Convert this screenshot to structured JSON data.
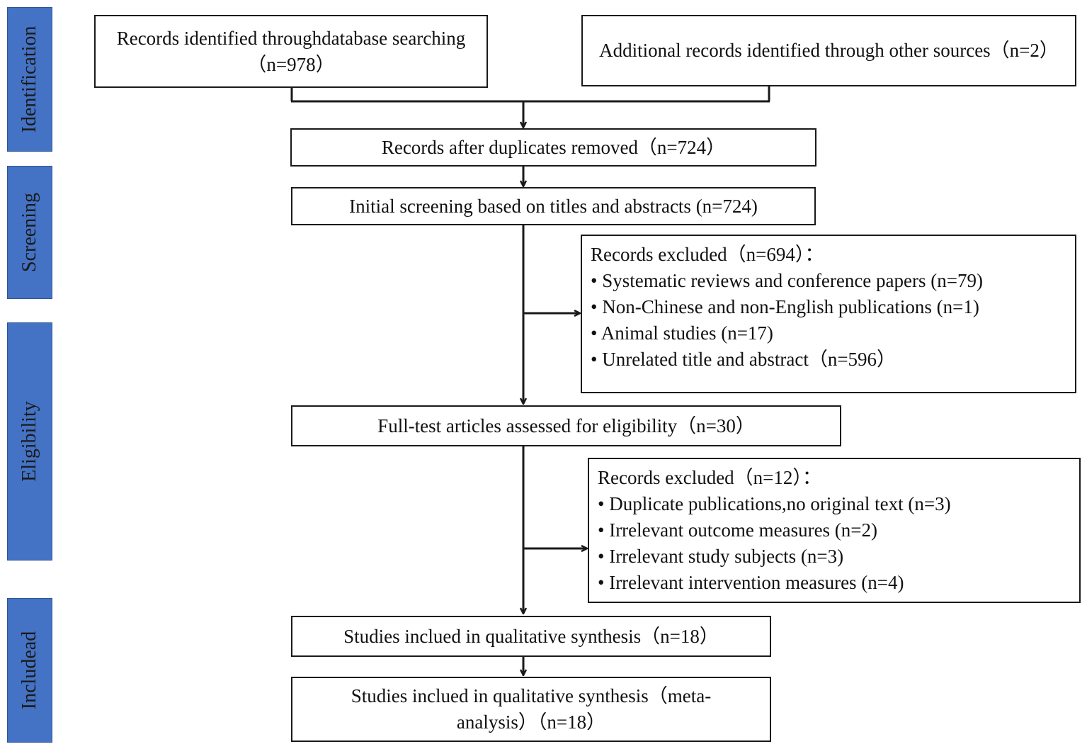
{
  "phases": {
    "identification": "Identification",
    "screening": "Screening",
    "eligibility": "Eligibility",
    "included": "Includead"
  },
  "boxes": {
    "database_records": "Records identified throughdatabase searching（n=978）",
    "other_sources": "Additional records identified through other sources（n=2）",
    "after_duplicates": "Records after duplicates removed（n=724）",
    "initial_screening": "Initial screening based on titles and abstracts (n=724)",
    "full_text": "Full-test articles assessed for eligibility（n=30）",
    "qualitative": "Studies inclued in qualitative synthesis（n=18）",
    "meta_analysis": "Studies inclued in qualitative synthesis（meta-analysis）（n=18）"
  },
  "excluded_screening": {
    "title": "Records excluded（n=694）：",
    "items": [
      "• Systematic reviews and conference papers (n=79)",
      "• Non-Chinese and non-English publications (n=1)",
      "• Animal studies (n=17)",
      "• Unrelated title and abstract（n=596）"
    ]
  },
  "excluded_eligibility": {
    "title": "Records excluded（n=12）：",
    "items": [
      "• Duplicate publications,no original text (n=3)",
      "• Irrelevant outcome measures (n=2)",
      "• Irrelevant study subjects (n=3)",
      "• Irrelevant intervention measures (n=4)"
    ]
  },
  "colors": {
    "phase_fill": "#4472c4",
    "phase_border": "#2f5597",
    "line": "#1a1a1a"
  }
}
